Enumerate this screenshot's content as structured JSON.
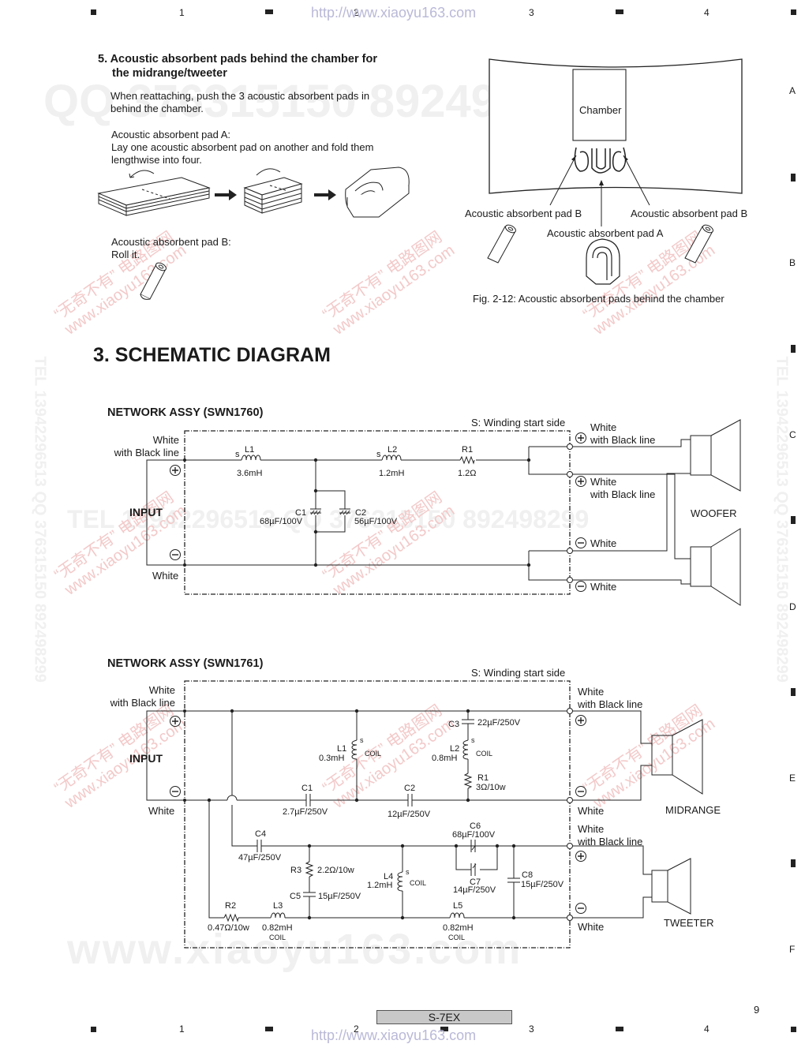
{
  "header": {
    "url": "http://www.xiaoyu163.com",
    "cols": [
      "1",
      "2",
      "3",
      "4"
    ],
    "rows": [
      "A",
      "B",
      "C",
      "D",
      "E",
      "F"
    ]
  },
  "watermarks": {
    "qq_line": "QQ 376315150   892498299",
    "tel_side": "TEL 13942296513  QQ 376315150  892498299",
    "cn_stamp": "“无奇不有” 电路图网",
    "site": "www.xiaoyu163.com",
    "tel_row": "TEL 13942296513   QQ 376315150   892498299",
    "bottom_site": "www.xiaoyu163.com"
  },
  "section5": {
    "title_line1": "5.  Acoustic absorbent pads behind the chamber for",
    "title_line2": "the midrange/tweeter",
    "intro_line1": "When reattaching, push the 3 acoustic absorbent pads in",
    "intro_line2": "behind the chamber.",
    "pad_a_title": "Acoustic absorbent pad A:",
    "pad_a_line1": "Lay one acoustic absorbent pad on another and fold them",
    "pad_a_line2": "lengthwise into four.",
    "pad_b_title": "Acoustic absorbent pad B:",
    "pad_b_line": "Roll it."
  },
  "figure": {
    "chamber": "Chamber",
    "pad_b_left": "Acoustic absorbent pad B",
    "pad_b_right": "Acoustic absorbent pad B",
    "pad_a": "Acoustic absorbent pad A",
    "caption": "Fig. 2-12: Acoustic absorbent pads behind the chamber"
  },
  "section3": {
    "title": "3. SCHEMATIC DIAGRAM"
  },
  "net1": {
    "title": "NETWORK ASSY (SWN1760)",
    "winding": "S: Winding start side",
    "in_plus_l1": "White",
    "in_plus_l2": "with Black line",
    "input": "INPUT",
    "in_minus": "White",
    "L1": "L1",
    "L1v": "3.6mH",
    "L2": "L2",
    "L2v": "1.2mH",
    "R1": "R1",
    "R1v": "1.2Ω",
    "C1": "C1",
    "C1v": "68µF/100V",
    "C2": "C2",
    "C2v": "56µF/100V",
    "s": "s",
    "out1_l1": "White",
    "out1_l2": "with Black line",
    "out2_l1": "White",
    "out2_l2": "with Black line",
    "out3": "White",
    "out4": "White",
    "woofer": "WOOFER"
  },
  "net2": {
    "title": "NETWORK ASSY (SWN1761)",
    "winding": "S: Winding start side",
    "in_plus_l1": "White",
    "in_plus_l2": "with Black line",
    "input": "INPUT",
    "in_minus": "White",
    "C3": "C3",
    "C3v": "22µF/250V",
    "L1": "L1",
    "L1v": "0.3mH",
    "L2": "L2",
    "L2v": "0.8mH",
    "R1": "R1",
    "R1v": "3Ω/10w",
    "C1": "C1",
    "C1v": "2.7µF/250V",
    "C2": "C2",
    "C2v": "12µF/250V",
    "C4": "C4",
    "C4v": "47µF/250V",
    "C6": "C6",
    "C6v": "68µF/100V",
    "C7": "C7",
    "C7v": "14µF/250V",
    "C8": "C8",
    "C8v": "15µF/250V",
    "R3": "R3",
    "R3v": "2.2Ω/10w",
    "L4": "L4",
    "L4v": "1.2mH",
    "C5": "C5",
    "C5v": "15µF/250V",
    "R2": "R2",
    "R2v": "0.47Ω/10w",
    "L3": "L3",
    "L3v": "0.82mH",
    "L5": "L5",
    "L5v": "0.82mH",
    "coil": "COIL",
    "s": "s",
    "mid_plus_l1": "White",
    "mid_plus_l2": "with Black line",
    "mid_minus": "White",
    "midrange": "MIDRANGE",
    "tw_plus_l1": "White",
    "tw_plus_l2": "with Black line",
    "tw_minus": "White",
    "tweeter": "TWEETER"
  },
  "footer": {
    "model": "S-7EX",
    "page": "9"
  }
}
